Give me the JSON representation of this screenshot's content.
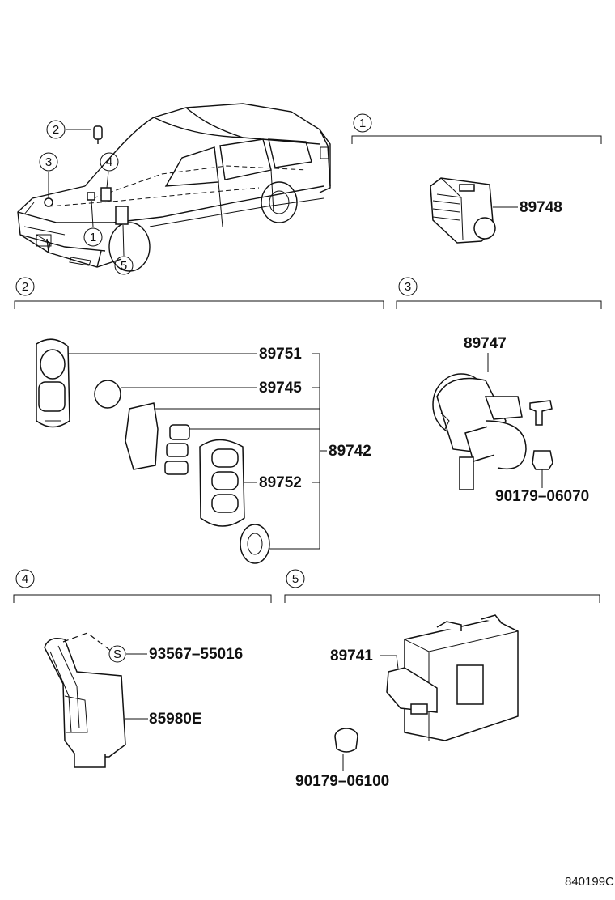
{
  "sections": [
    {
      "number": "1"
    },
    {
      "number": "2"
    },
    {
      "number": "3"
    },
    {
      "number": "4"
    },
    {
      "number": "5"
    }
  ],
  "car_callouts": [
    "1",
    "2",
    "3",
    "4",
    "5"
  ],
  "part_numbers": {
    "p89748": "89748",
    "p89751": "89751",
    "p89745": "89745",
    "p89742": "89742",
    "p89752": "89752",
    "p89747": "89747",
    "p90179_06070": "90179–06070",
    "p93567_55016": "93567–55016",
    "s_mark": "S",
    "p85980E": "85980E",
    "p89741": "89741",
    "p90179_06100": "90179–06100"
  },
  "figure_id": "840199C"
}
